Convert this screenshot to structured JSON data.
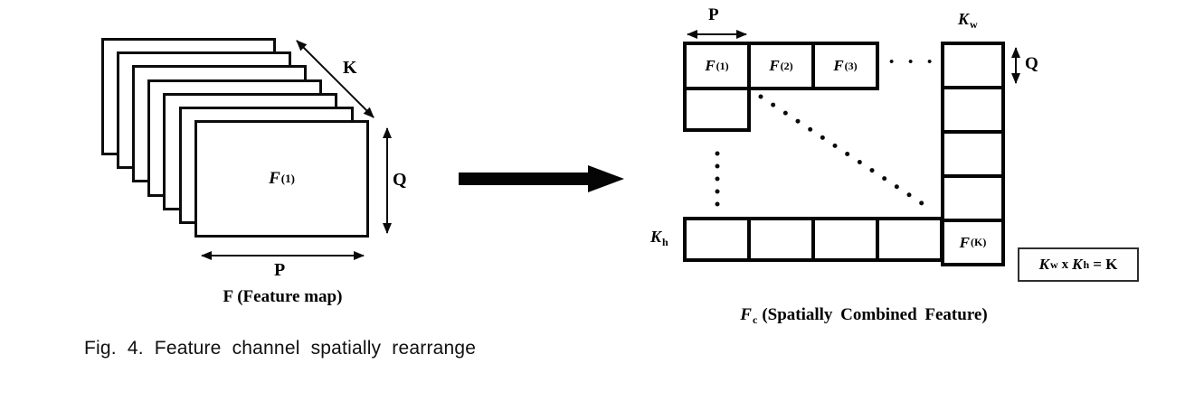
{
  "figure": {
    "caption": "Fig. 4. Feature channel spatially rearrange"
  },
  "left_diagram": {
    "front_label": {
      "base": "F",
      "sup": "(1)"
    },
    "depth_label": "K",
    "height_label": "Q",
    "width_label": "P",
    "caption": "F (Feature map)"
  },
  "right_diagram": {
    "width_label": "P",
    "column_label": {
      "base": "K",
      "sub": "w"
    },
    "height_label": "Q",
    "row_label": {
      "base": "K",
      "sub": "h"
    },
    "top_cells": [
      {
        "base": "F",
        "sup": "(1)"
      },
      {
        "base": "F",
        "sup": "(2)"
      },
      {
        "base": "F",
        "sup": "(3)"
      }
    ],
    "ellipsis": "• • •",
    "last_cell": {
      "base": "F",
      "sup": "(K)"
    },
    "equation": {
      "k1": "K",
      "sub1": "w",
      "times": "x",
      "k2": "K",
      "sub2": "h",
      "equals": "= K"
    },
    "caption": {
      "base": "F",
      "sub": "c",
      "rest": "(Spatially Combined Feature)"
    }
  },
  "colors": {
    "ink": "#000000",
    "background": "#ffffff"
  }
}
